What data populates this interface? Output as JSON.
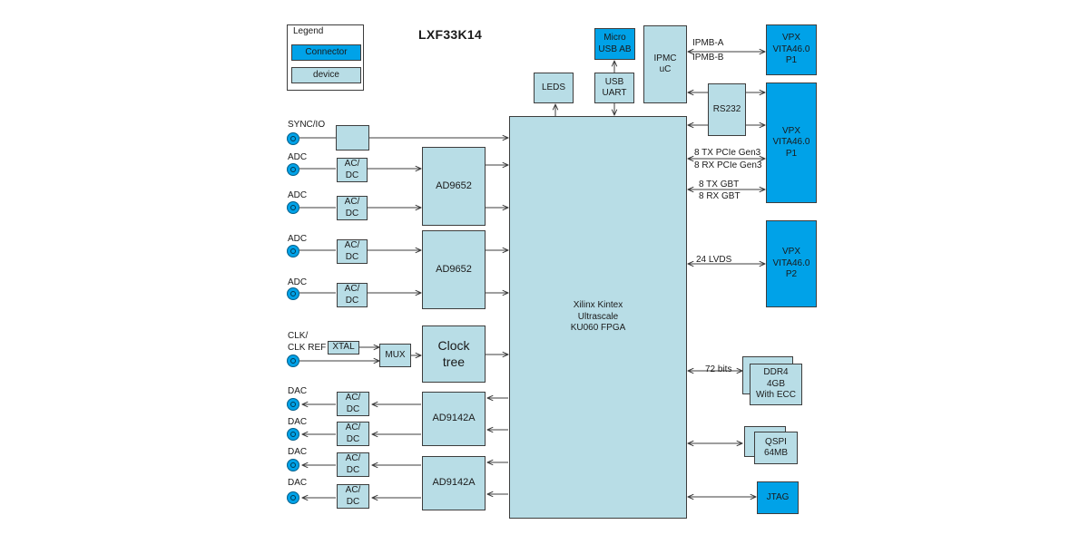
{
  "title": "LXF33K14",
  "legend": {
    "title": "Legend",
    "connector_label": "Connector",
    "device_label": "device"
  },
  "colors": {
    "connector": "#00a2e8",
    "device": "#b8dde6",
    "line": "#3d3d3d"
  },
  "fpga": "Xilinx Kintex\nUltrascale\nKU060 FPGA",
  "top_blocks": {
    "leds": "LEDS",
    "usb_uart": "USB\nUART",
    "micro_usb": "Micro\nUSB AB",
    "ipmc": "IPMC\nuC",
    "rs232": "RS232"
  },
  "vpx": {
    "p1_top": "VPX\nVITA46.0\nP1",
    "p1_main": "VPX\nVITA46.0\nP1",
    "p2": "VPX\nVITA46.0\nP2"
  },
  "links": {
    "ipmb_a": "IPMB-A",
    "ipmb_b": "IPMB-B",
    "pcie_tx": "8 TX PCIe Gen3",
    "pcie_rx": "8 RX PCIe Gen3",
    "gbt_tx": "8 TX GBT",
    "gbt_rx": "8 RX GBT",
    "lvds": "24 LVDS",
    "ddr_bits": "72 bits"
  },
  "memory": {
    "ddr4": "DDR4\n4GB\nWith ECC",
    "qspi": "QSPI\n64MB",
    "jtag": "JTAG"
  },
  "inputs": {
    "sync_label": "SYNC/IO",
    "adc_labels": [
      "ADC",
      "ADC",
      "ADC",
      "ADC"
    ],
    "clk_label": "CLK/\nCLK REF",
    "xtal": "XTAL",
    "mux": "MUX",
    "clock_tree": "Clock\ntree",
    "acdc": "AC/\nDC",
    "ad9652": [
      "AD9652",
      "AD9652"
    ],
    "dac_labels": [
      "DAC",
      "DAC",
      "DAC",
      "DAC"
    ],
    "ad9142a": [
      "AD9142A",
      "AD9142A"
    ]
  }
}
